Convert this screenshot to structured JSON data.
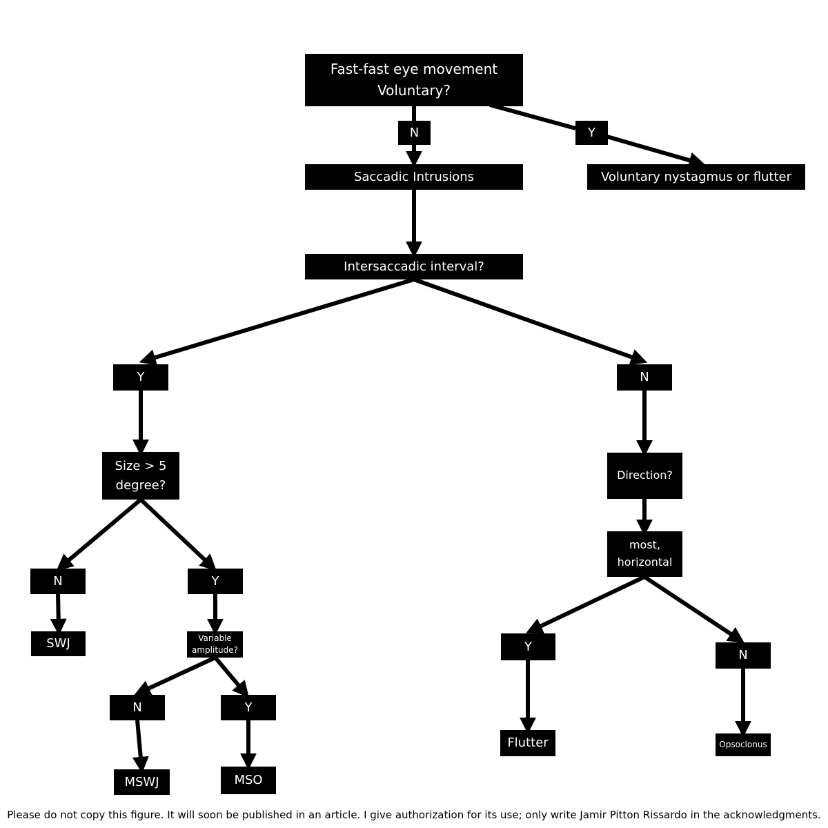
{
  "nodes": {
    "root_line1": "Fast-fast eye movement",
    "root_line2": "Voluntary?",
    "n_vol": "N",
    "y_vol": "Y",
    "saccadic": "Saccadic Intrusions",
    "voluntary_result": "Voluntary nystagmus or flutter",
    "intersaccadic": "Intersaccadic interval?",
    "y_inter": "Y",
    "n_inter": "N",
    "size_line1": "Size > 5",
    "size_line2": "degree?",
    "direction": "Direction?",
    "n_size": "N",
    "y_size": "Y",
    "swj": "SWJ",
    "variable_line1": "Variable",
    "variable_line2": "amplitude?",
    "n_var": "N",
    "y_var": "Y",
    "mswj": "MSWJ",
    "mso": "MSO",
    "horizontal_line1": "most,",
    "horizontal_line2": "horizontal",
    "y_horiz": "Y",
    "n_horiz": "N",
    "flutter": "Flutter",
    "opsoclonus": "Opsoclonus"
  },
  "footer": "Please do not copy this figure. It will soon be published in an article. I give authorization for its use; only write Jamir Pitton Rissardo in the acknowledgments."
}
